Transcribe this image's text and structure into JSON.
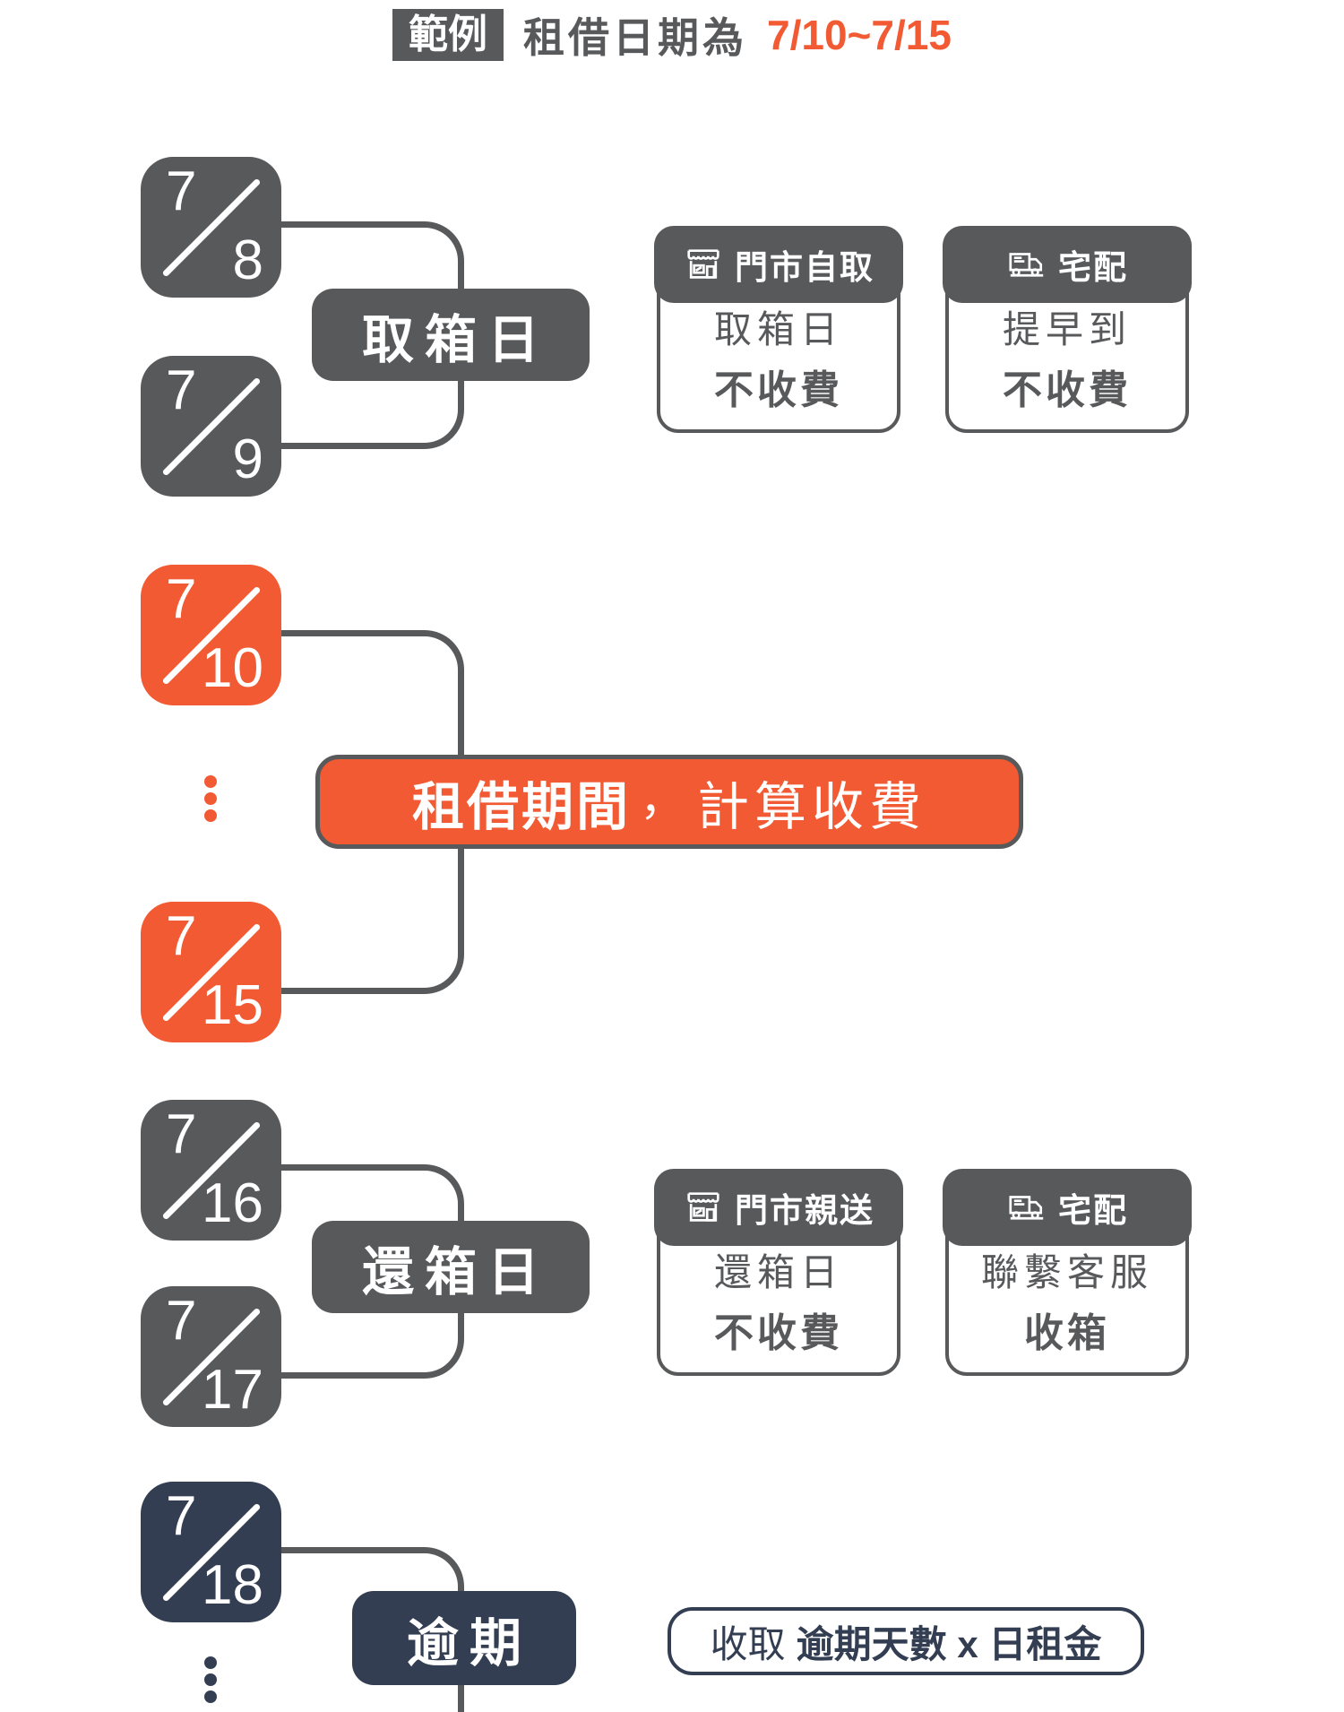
{
  "title": {
    "badge": "範例",
    "label": "租借日期為",
    "range": "7/10~7/15"
  },
  "colors": {
    "gray": "#58595B",
    "orange": "#F15A33",
    "navy": "#333E52"
  },
  "pickup": {
    "tiles": [
      {
        "month": "7",
        "day": "8"
      },
      {
        "month": "7",
        "day": "9"
      }
    ],
    "label": "取箱日",
    "cards": [
      {
        "icon": "storefront",
        "header": "門市自取",
        "line1": "取箱日",
        "line2": "不收費"
      },
      {
        "icon": "truck",
        "header": "宅配",
        "line1": "提早到",
        "line2": "不收費"
      }
    ]
  },
  "rental": {
    "tiles": [
      {
        "month": "7",
        "day": "10"
      },
      {
        "month": "7",
        "day": "15"
      }
    ],
    "banner_strong": "租借期間",
    "banner_comma": "，",
    "banner_rest": "計算收費"
  },
  "return": {
    "tiles": [
      {
        "month": "7",
        "day": "16"
      },
      {
        "month": "7",
        "day": "17"
      }
    ],
    "label": "還箱日",
    "cards": [
      {
        "icon": "storefront",
        "header": "門市親送",
        "line1": "還箱日",
        "line2": "不收費"
      },
      {
        "icon": "truck",
        "header": "宅配",
        "line1": "聯繫客服",
        "line2": "收箱"
      }
    ]
  },
  "overdue": {
    "tiles": [
      {
        "month": "7",
        "day": "18"
      }
    ],
    "label": "逾期",
    "note_regular": "收取",
    "note_bold": "逾期天數 x 日租金"
  }
}
